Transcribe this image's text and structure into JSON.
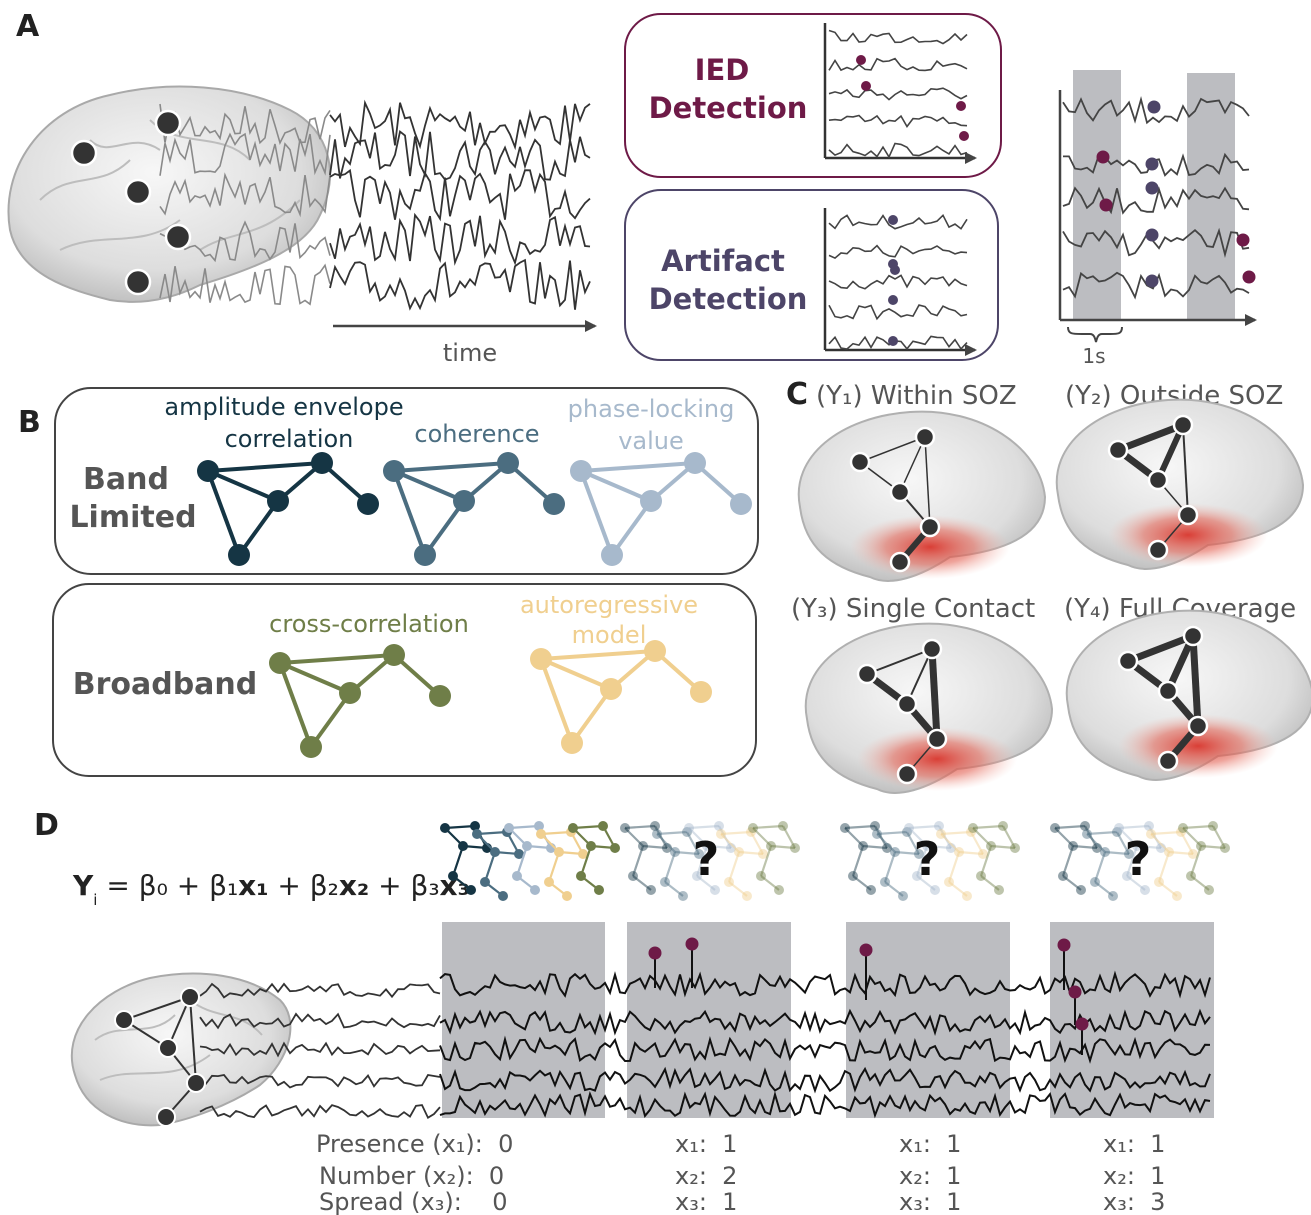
{
  "colors": {
    "ied": "#6e1a47",
    "artifact": "#4d4568",
    "amp_env": "#153544",
    "coherence": "#4b6d80",
    "plv": "#a7b9cc",
    "xcorr": "#6f7e48",
    "ar": "#f0cf8f",
    "trace": "#333333",
    "window": "#bcbdc1",
    "heat": "#d9362d"
  },
  "panel_a": {
    "letter": "A",
    "time_label": "time",
    "ied_box": {
      "line1": "IED",
      "line2": "Detection"
    },
    "artifact_box": {
      "line1": "Artifact",
      "line2": "Detection"
    },
    "scale_label": "1s"
  },
  "panel_b": {
    "letter": "B",
    "band_limited_label": {
      "line1": "Band",
      "line2": "Limited"
    },
    "broadband_label": "Broadband",
    "networks": [
      {
        "key": "amp_env",
        "label_line1": "amplitude envelope",
        "label_line2": "correlation"
      },
      {
        "key": "coherence",
        "label_line1": "coherence",
        "label_line2": ""
      },
      {
        "key": "plv",
        "label_line1": "phase-locking",
        "label_line2": "value"
      },
      {
        "key": "xcorr",
        "label_line1": "cross-correlation",
        "label_line2": ""
      },
      {
        "key": "ar",
        "label_line1": "autoregressive",
        "label_line2": "model"
      }
    ]
  },
  "panel_c": {
    "letter": "C",
    "outcomes": [
      {
        "title": "(Y₁) Within SOZ"
      },
      {
        "title": "(Y₂) Outside SOZ"
      },
      {
        "title": "(Y₃) Single Contact"
      },
      {
        "title": "(Y₄) Full Coverage"
      }
    ]
  },
  "panel_d": {
    "letter": "D",
    "equation": {
      "y": "Y",
      "y_sub": "i",
      "rhs_a": " = β₀ + β₁",
      "x1": "x₁",
      "rhs_b": " + β₂",
      "x2": "x₂",
      "rhs_c": " + β₃",
      "x3": "x₃"
    },
    "question_mark": "?",
    "windows": [
      {
        "presence": "Presence (x₁):  0",
        "number": "Number (x₂):  0",
        "spread": "Spread (x₃):    0"
      },
      {
        "presence": "x₁:  1",
        "number": "x₂:  2",
        "spread": "x₃:  1"
      },
      {
        "presence": "x₁:  1",
        "number": "x₂:  1",
        "spread": "x₃:  1"
      },
      {
        "presence": "x₁:  1",
        "number": "x₂:  1",
        "spread": "x₃:  3"
      }
    ]
  }
}
